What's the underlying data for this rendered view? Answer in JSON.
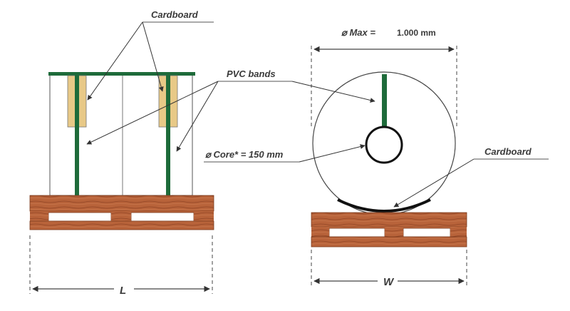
{
  "labels": {
    "cardboard_top": "Cardboard",
    "pvc_bands": "PVC bands",
    "max_label": "⌀ Max =",
    "max_value": "1.000 mm",
    "core": "⌀ Core* = 150 mm",
    "cardboard_right": "Cardboard",
    "length": "L",
    "width": "W"
  },
  "colors": {
    "band_green": "#1e6b3a",
    "cardboard": "#e8c987",
    "pallet_wood": "#b8633a",
    "outline": "#333333"
  }
}
